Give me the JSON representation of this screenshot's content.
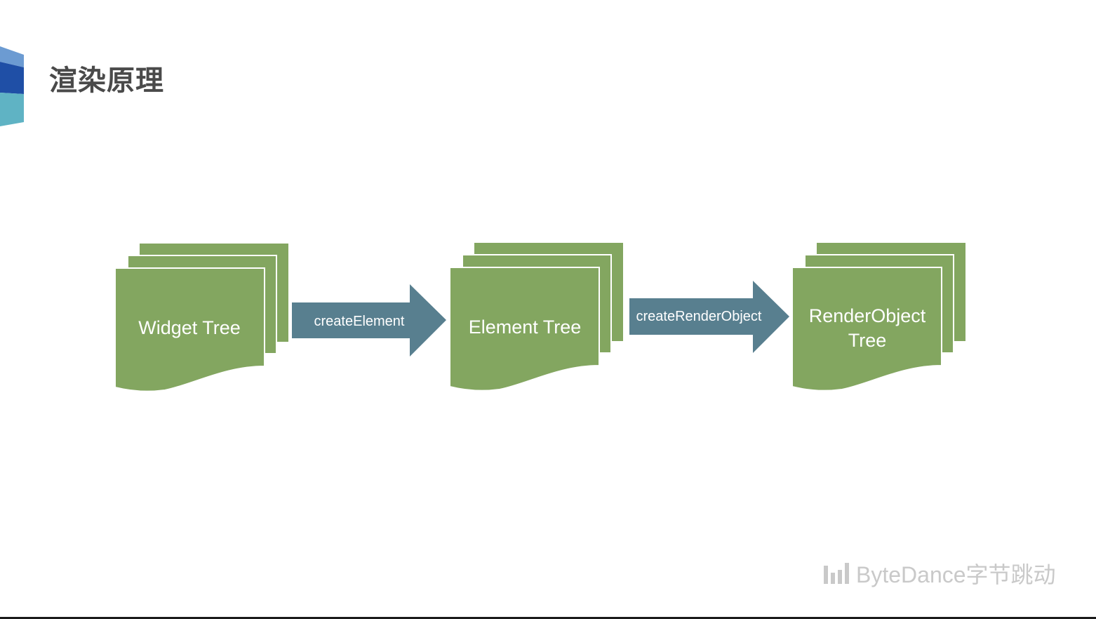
{
  "slide": {
    "title": "渲染原理"
  },
  "diagram": {
    "nodes": [
      {
        "id": "widget",
        "lines": [
          "Widget Tree"
        ]
      },
      {
        "id": "element",
        "lines": [
          "Element Tree"
        ]
      },
      {
        "id": "renderobject",
        "lines": [
          "RenderObject",
          "Tree"
        ]
      }
    ],
    "arrows": [
      {
        "from": "widget",
        "to": "element",
        "label": "createElement"
      },
      {
        "from": "element",
        "to": "renderobject",
        "label": "createRenderObject"
      }
    ],
    "colors": {
      "node_fill": "#83a660",
      "arrow_fill": "#587f8f",
      "text": "#ffffff"
    }
  },
  "watermark": {
    "text": "ByteDance字节跳动"
  },
  "brand_colors": {
    "logo_top": "#5f8fc9",
    "logo_mid": "#1f4fa6",
    "logo_bottom": "#5aaebf"
  }
}
